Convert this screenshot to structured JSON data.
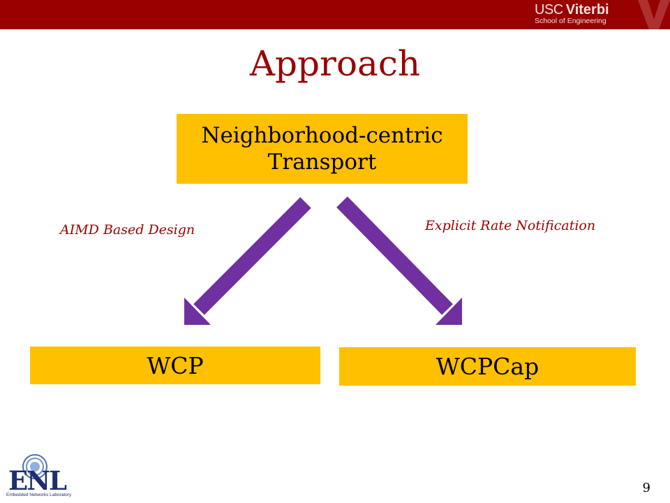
{
  "header": {
    "brand_usc": "USC",
    "brand_viterbi": "Viterbi",
    "brand_school": "School of Engineering",
    "bar_color": "#990000"
  },
  "title": "Approach",
  "root_box": {
    "text": "Neighborhood-centric Transport"
  },
  "left_box": {
    "text": "WCP"
  },
  "right_box": {
    "text": "WCPCap"
  },
  "left_edge_label": "AIMD Based Design",
  "right_edge_label": "Explicit Rate Notification",
  "logo": {
    "text": "ENL",
    "subtitle": "Embedded Networks Laboratory"
  },
  "page_number": "9",
  "colors": {
    "box_fill": "#ffc000",
    "arrow": "#7030a0",
    "accent_text": "#990000"
  },
  "icons": [
    "viterbi-v-logo",
    "enl-logo"
  ]
}
